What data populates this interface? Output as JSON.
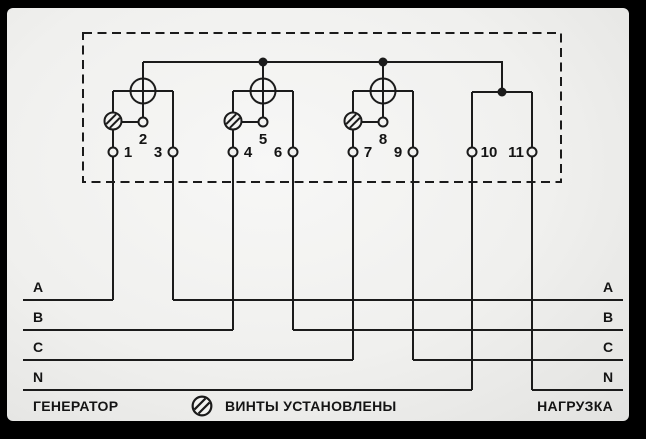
{
  "meter": {
    "terminal_labels": [
      "1",
      "2",
      "3",
      "4",
      "5",
      "6",
      "7",
      "8",
      "9",
      "10",
      "11"
    ]
  },
  "phase_labels": [
    "A",
    "B",
    "C",
    "N"
  ],
  "footer": {
    "generator_label": "ГЕНЕРАТОР",
    "legend_label": "ВИНТЫ УСТАНОВЛЕНЫ",
    "load_label": "НАГРУЗКА"
  },
  "icons": {
    "screw_icon": "circle-with-double-diagonal-hatch",
    "coil_icon": "circle-with-cross"
  },
  "colors": {
    "line": "#1b1b1b",
    "background": "#f1f1ef",
    "frame": "#000000"
  }
}
